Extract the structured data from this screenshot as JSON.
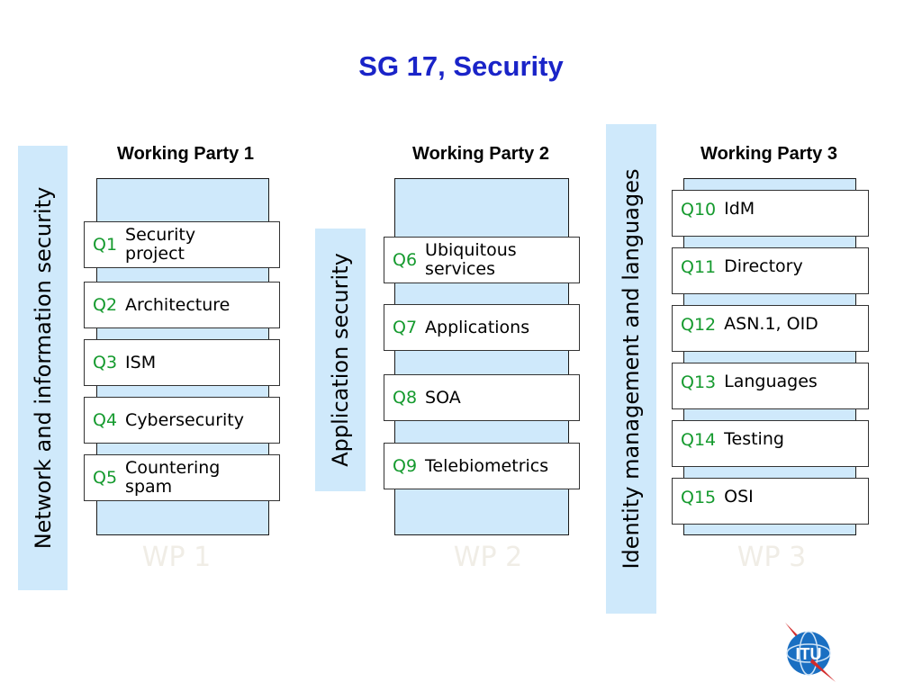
{
  "title": "SG 17, Security",
  "bands": {
    "wp1": "Network and information security",
    "wp2": "Application security",
    "wp3": "Identity management and languages"
  },
  "working_parties": [
    {
      "heading": "Working Party 1",
      "ghost": "WP 1",
      "questions": [
        {
          "num": "Q1",
          "label": "Security project"
        },
        {
          "num": "Q2",
          "label": "Architecture"
        },
        {
          "num": "Q3",
          "label": "ISM"
        },
        {
          "num": "Q4",
          "label": "Cybersecurity"
        },
        {
          "num": "Q5",
          "label": "Countering spam"
        }
      ]
    },
    {
      "heading": "Working Party 2",
      "ghost": "WP 2",
      "questions": [
        {
          "num": "Q6",
          "label": "Ubiquitous services"
        },
        {
          "num": "Q7",
          "label": "Applications"
        },
        {
          "num": "Q8",
          "label": "SOA"
        },
        {
          "num": "Q9",
          "label": "Telebiometrics"
        }
      ]
    },
    {
      "heading": "Working Party 3",
      "ghost": "WP 3",
      "questions": [
        {
          "num": "Q10",
          "label": "IdM"
        },
        {
          "num": "Q11",
          "label": "Directory"
        },
        {
          "num": "Q12",
          "label": "ASN.1, OID"
        },
        {
          "num": "Q13",
          "label": "Languages"
        },
        {
          "num": "Q14",
          "label": "Testing"
        },
        {
          "num": "Q15",
          "label": "OSI"
        }
      ]
    }
  ],
  "logo_text": "ITU",
  "colors": {
    "title": "#1a24c8",
    "question_number": "#159a2e",
    "column_fill": "#cfe9fb",
    "ghost_label": "#f0ede6"
  }
}
